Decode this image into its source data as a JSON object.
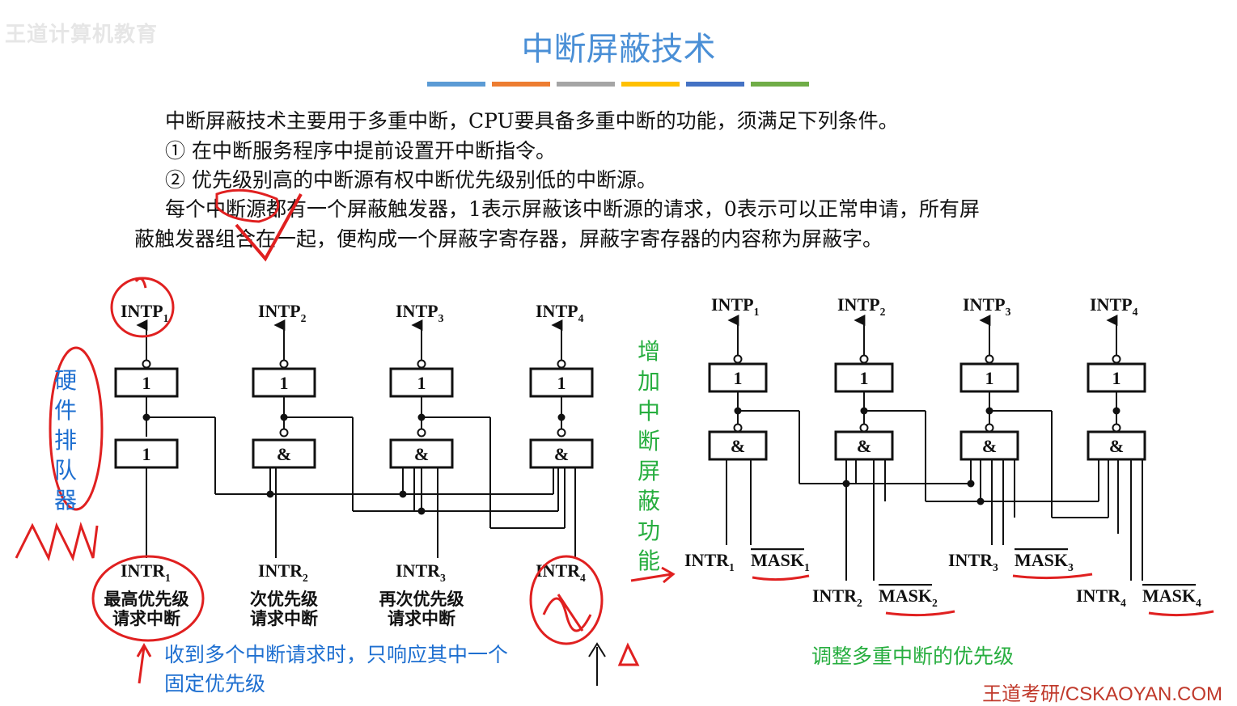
{
  "header": {
    "logo": "王道计算机教育",
    "title": "中断屏蔽技术",
    "bar_colors": [
      "#5b9bd5",
      "#ed7d31",
      "#a5a5a5",
      "#ffc000",
      "#4472c4",
      "#70ad47"
    ]
  },
  "body": {
    "line1": "中断屏蔽技术主要用于多重中断，CPU要具备多重中断的功能，须满足下列条件。",
    "line2": "① 在中断服务程序中提前设置开中断指令。",
    "line3": "② 优先级别高的中断源有权中断优先级别低的中断源。",
    "line4": "每个中断源都有一个屏蔽触发器，1表示屏蔽该中断源的请求，0表示可以正常申请，所有屏",
    "line5": "蔽触发器组合在一起，便构成一个屏蔽字寄存器，屏蔽字寄存器的内容称为屏蔽字。"
  },
  "left_diagram": {
    "outputs": [
      {
        "base": "INTP",
        "sub": "1"
      },
      {
        "base": "INTP",
        "sub": "2"
      },
      {
        "base": "INTP",
        "sub": "3"
      },
      {
        "base": "INTP",
        "sub": "4"
      }
    ],
    "top_gate": "1",
    "gates": [
      "1",
      "&",
      "&",
      "&"
    ],
    "inputs": [
      {
        "base": "INTR",
        "sub": "1"
      },
      {
        "base": "INTR",
        "sub": "2"
      },
      {
        "base": "INTR",
        "sub": "3"
      },
      {
        "base": "INTR",
        "sub": "4"
      }
    ],
    "desc": [
      [
        "最高优先级",
        "请求中断"
      ],
      [
        "次优先级",
        "请求中断"
      ],
      [
        "再次优先级",
        "请求中断"
      ]
    ]
  },
  "right_diagram": {
    "outputs": [
      {
        "base": "INTP",
        "sub": "1"
      },
      {
        "base": "INTP",
        "sub": "2"
      },
      {
        "base": "INTP",
        "sub": "3"
      },
      {
        "base": "INTP",
        "sub": "4"
      }
    ],
    "top_gate": "1",
    "gate": "&",
    "inputs": [
      {
        "base": "INTR",
        "sub": "1",
        "mask": "MASK",
        "msub": "1"
      },
      {
        "base": "INTR",
        "sub": "2",
        "mask": "MASK",
        "msub": "2"
      },
      {
        "base": "INTR",
        "sub": "3",
        "mask": "MASK",
        "msub": "3"
      },
      {
        "base": "INTR",
        "sub": "4",
        "mask": "MASK",
        "msub": "4"
      }
    ]
  },
  "notes": {
    "hardware_queue": "硬件排队器",
    "add_mask": "增加中断屏蔽功能",
    "multi_request_1": "收到多个中断请求时，只响应其中一个",
    "multi_request_2": "固定优先级",
    "adjust_priority": "调整多重中断的优先级"
  },
  "footer": "王道考研/CSKAOYAN.COM"
}
